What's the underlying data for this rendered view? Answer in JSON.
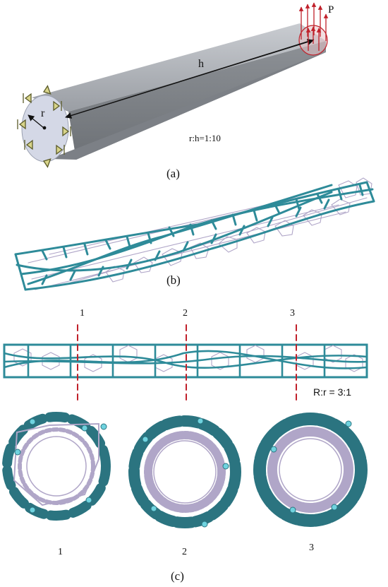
{
  "panel_a": {
    "caption": "(a)",
    "radius_symbol": "r",
    "height_symbol": "h",
    "load_symbol": "P",
    "ratio_text": "r:h=1:10"
  },
  "panel_b": {
    "caption": "(b)"
  },
  "panel_c": {
    "caption": "(c)",
    "section_labels": [
      "1",
      "2",
      "3"
    ],
    "ratio_text": "R:r = 3:1",
    "cross_section_labels": [
      "1",
      "2",
      "3"
    ]
  },
  "colors": {
    "beam_body": "#8f9399",
    "beam_end": "#d4d8e6",
    "lattice_teal": "#2e8b99",
    "lattice_lilac": "#b0a6c8",
    "node_cyan": "#6fd3df",
    "load_arrow": "#c0202a",
    "section_line": "#c0202a"
  }
}
